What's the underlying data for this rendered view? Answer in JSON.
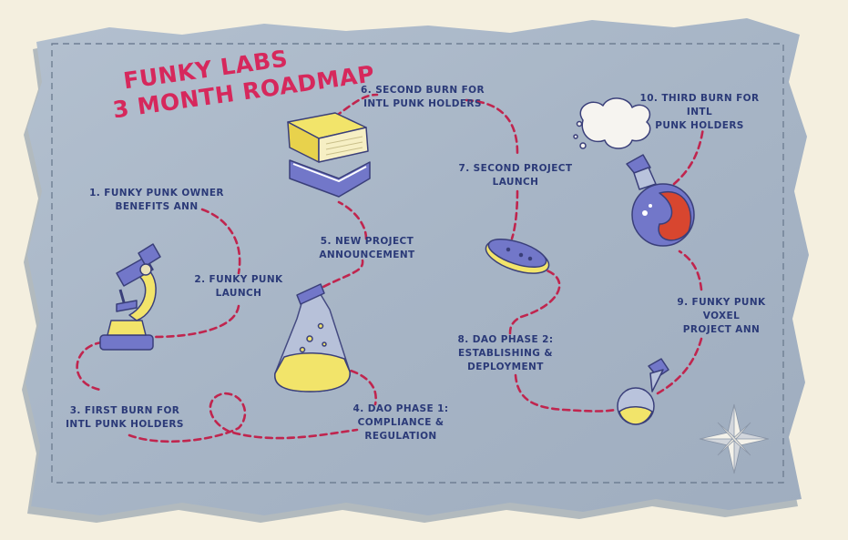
{
  "title": {
    "line1": "FUNKY LABS",
    "line2": "3 MONTH ROADMAP"
  },
  "milestones": [
    {
      "text": "1. FUNKY PUNK OWNER\nBENEFITS ANN"
    },
    {
      "text": "2. FUNKY PUNK\nLAUNCH"
    },
    {
      "text": "3. FIRST BURN FOR\nINTL PUNK HOLDERS"
    },
    {
      "text": "4. DAO PHASE 1:\nCOMPLIANCE &\nREGULATION"
    },
    {
      "text": "5. NEW PROJECT\nANNOUNCEMENT"
    },
    {
      "text": "6. SECOND BURN FOR\nINTL PUNK HOLDERS"
    },
    {
      "text": "7. SECOND PROJECT\nLAUNCH"
    },
    {
      "text": "8. DAO PHASE 2:\nESTABLISHING &\nDEPLOYMENT"
    },
    {
      "text": "9. FUNKY PUNK VOXEL\nPROJECT ANN"
    },
    {
      "text": "10. THIRD BURN FOR INTL\nPUNK HOLDERS"
    }
  ],
  "icons": [
    "microscope-icon",
    "books-icon",
    "erlenmeyer-flask-icon",
    "petri-dish-icon",
    "round-flask-icon",
    "boiling-flask-icon",
    "compass-rose-icon"
  ],
  "colors": {
    "background": "#f4efdf",
    "parchment": "#a9b7c8",
    "title": "#d6285c",
    "text": "#2b3a78",
    "path": "#c0254e",
    "glass": "#7277c9",
    "liquid": "#f2e46a",
    "red_liquid": "#d8462f"
  }
}
